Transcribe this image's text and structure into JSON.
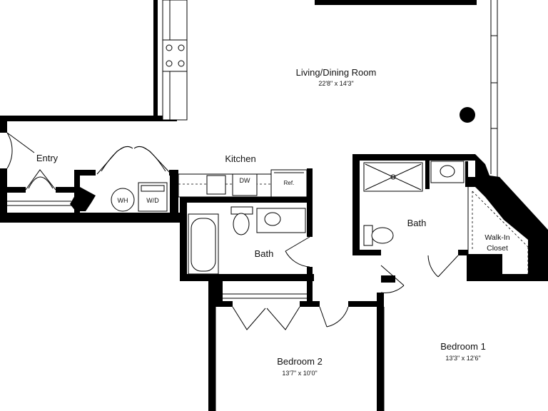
{
  "rooms": {
    "living": {
      "name": "Living/Dining Room",
      "dims": "22'8\" x 14'3\""
    },
    "entry": {
      "name": "Entry"
    },
    "kitchen": {
      "name": "Kitchen"
    },
    "bath1": {
      "name": "Bath"
    },
    "bath2": {
      "name": "Bath"
    },
    "walkin": {
      "name_line1": "Walk-In",
      "name_line2": "Closet"
    },
    "bedroom1": {
      "name": "Bedroom 1",
      "dims": "13'3\" x 12'6\""
    },
    "bedroom2": {
      "name": "Bedroom 2",
      "dims": "13'7\" x 10'0\""
    }
  },
  "appliances": {
    "wh": "WH",
    "wd": "W/D",
    "dw": "DW",
    "ref": "Ref."
  }
}
